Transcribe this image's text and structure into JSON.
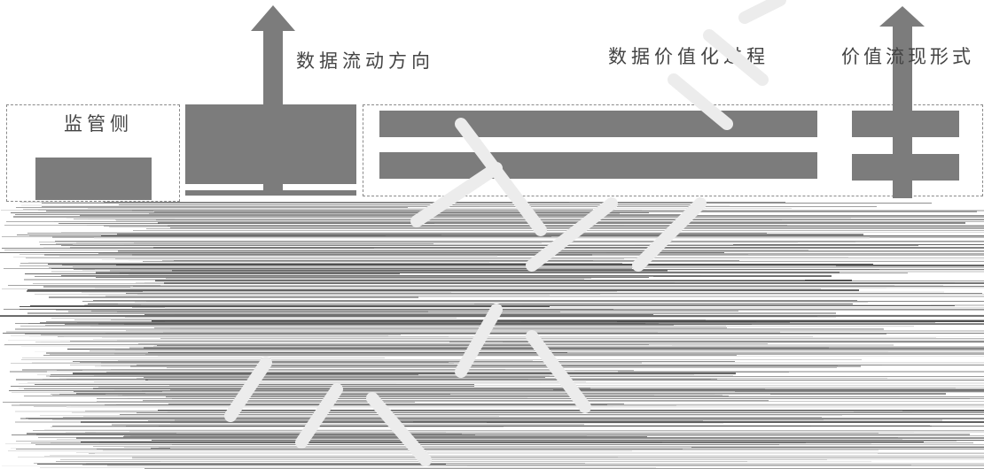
{
  "labels": {
    "flow_direction": "数据流动方向",
    "value_process": "数据价值化过程",
    "value_form": "价值流现形式",
    "regulator_side": "监管侧"
  },
  "colors": {
    "block": "#7c7c7c",
    "dash": "#8a8a8a",
    "text": "#444444",
    "background": "#ffffff"
  },
  "icons": {
    "up_arrow_left": "up-arrow-icon",
    "up_arrow_right": "up-arrow-icon"
  }
}
